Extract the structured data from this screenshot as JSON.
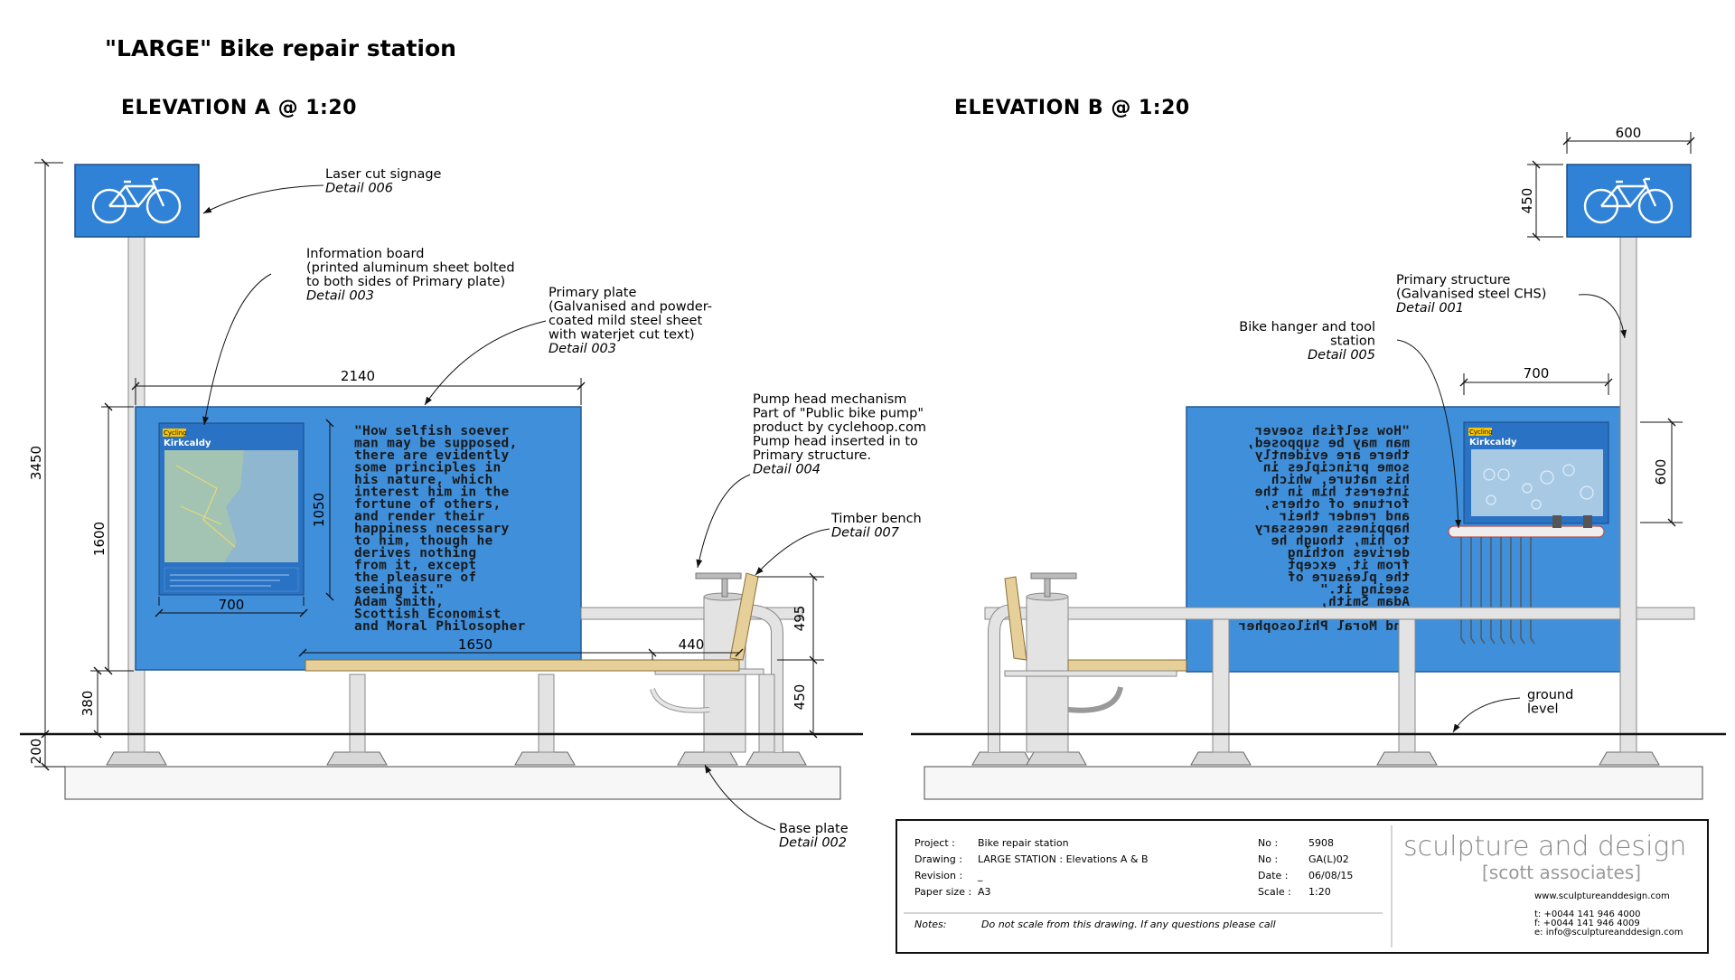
{
  "title": "\"LARGE\" Bike repair station",
  "elevation_a": {
    "heading": "ELEVATION A @ 1:20",
    "dims": {
      "total_height": "3450",
      "board_height": "1600",
      "board_base": "380",
      "plinth": "200",
      "board_width": "2140",
      "info_width": "700",
      "text_height": "1050",
      "bench_length": "1650",
      "bench_depth": "440",
      "bench_back": "495",
      "bench_seat": "450"
    },
    "board_label": "Kirkcaldy",
    "board_tag": "Cycling",
    "quote_lines": [
      "\"How selfish soever",
      "man may be supposed,",
      "there are evidently",
      "some principles in",
      "his nature, which",
      "interest him in the",
      "fortune of others,",
      "and render their",
      "happiness necessary",
      "to him, though he",
      "derives nothing",
      "from it, except",
      "the pleasure of",
      "seeing it.\"",
      "Adam Smith,",
      "Scottish Economist",
      "and Moral Philosopher"
    ],
    "annotations": {
      "signage": {
        "lines": [
          "Laser cut signage"
        ],
        "detail": "Detail 006"
      },
      "info_board": {
        "lines": [
          "Information board",
          "(printed aluminum sheet bolted",
          "to both sides of Primary plate)"
        ],
        "detail": "Detail 003"
      },
      "primary_plate": {
        "lines": [
          "Primary plate",
          "(Galvanised and powder-",
          "coated mild steel sheet",
          "with waterjet cut text)"
        ],
        "detail": "Detail 003"
      },
      "pump": {
        "lines": [
          "Pump head mechanism",
          "Part of  \"Public bike pump\"",
          "product by cyclehoop.com",
          "Pump head inserted in to",
          "Primary structure."
        ],
        "detail": "Detail 004"
      },
      "bench": {
        "lines": [
          "Timber bench"
        ],
        "detail": "Detail 007"
      },
      "base_plate": {
        "lines": [
          "Base plate"
        ],
        "detail": "Detail 002"
      }
    }
  },
  "elevation_b": {
    "heading": "ELEVATION B @ 1:20",
    "dims": {
      "sign_width": "600",
      "sign_height": "450",
      "hanger_width": "700",
      "hanger_height": "600"
    },
    "board_label": "Kirkcaldy",
    "board_tag": "Cycling",
    "annotations": {
      "primary_structure": {
        "lines": [
          "Primary structure",
          "(Galvanised steel CHS)"
        ],
        "detail": "Detail 001"
      },
      "hanger": {
        "lines": [
          "Bike hanger and tool",
          "station"
        ],
        "detail": "Detail 005"
      },
      "ground": {
        "lines": [
          "ground",
          "level"
        ]
      }
    }
  },
  "title_block": {
    "rows_left": [
      {
        "label": "Project :",
        "value": "Bike repair station"
      },
      {
        "label": "Drawing :",
        "value": "LARGE STATION : Elevations A & B"
      },
      {
        "label": "Revision :",
        "value": "_"
      },
      {
        "label": "Paper size :",
        "value": "A3"
      }
    ],
    "rows_right": [
      {
        "label": "No :",
        "value": "5908"
      },
      {
        "label": "No :",
        "value": "GA(L)02"
      },
      {
        "label": "Date :",
        "value": "06/08/15"
      },
      {
        "label": "Scale :",
        "value": "1:20"
      }
    ],
    "notes_label": "Notes:",
    "notes": "Do not scale from this drawing.  If any questions please call",
    "company": "sculpture and design",
    "company_sub": "[scott associates]",
    "website": "www.sculptureanddesign.com",
    "tel": "t: +0044 141 946 4000",
    "fax": "f: +0044 141 946 4009",
    "email": "e: info@sculptureanddesign.com"
  },
  "colors": {
    "board_blue": "#3f8fdb",
    "sign_blue": "#2f82d6",
    "steel": "#e3e3e3",
    "steel_edge": "#8a8a8a",
    "timber": "#e6cf98",
    "timber_edge": "#8a6f3a",
    "line": "#111111"
  }
}
